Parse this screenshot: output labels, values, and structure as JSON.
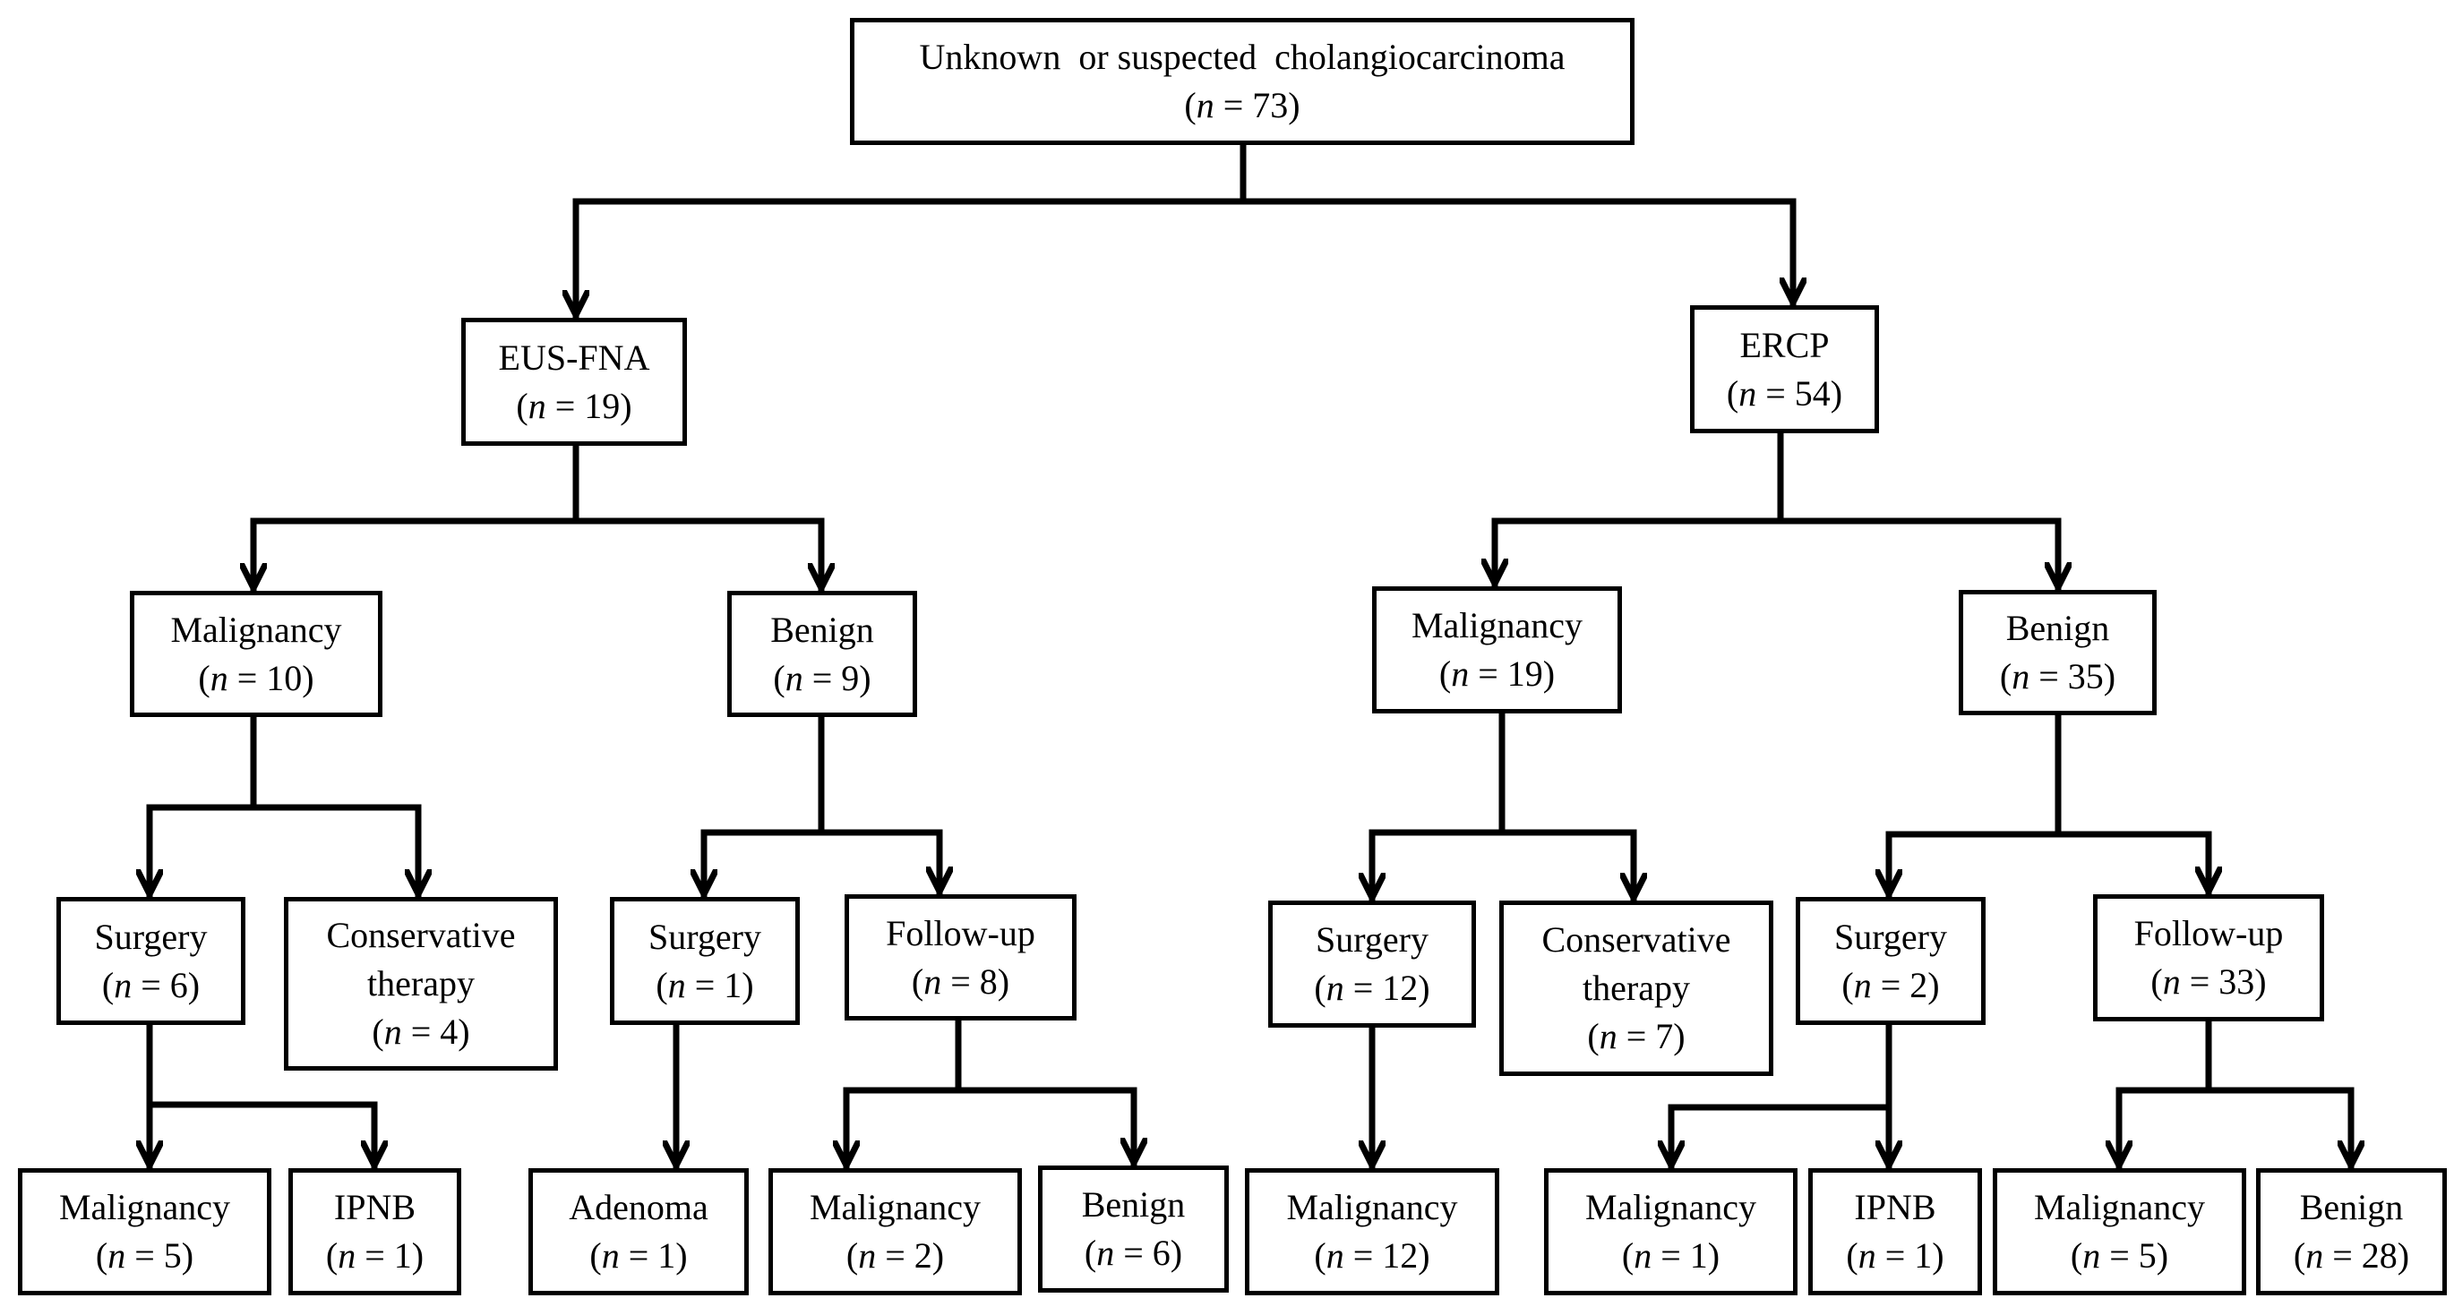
{
  "nodes": {
    "root": {
      "label": "Unknown  or suspected  cholangiocarcinoma",
      "n": "73"
    },
    "eus": {
      "label": "EUS-FNA",
      "n": "19"
    },
    "ercp": {
      "label": "ERCP",
      "n": "54"
    },
    "eus_mal": {
      "label": "Malignancy",
      "n": "10"
    },
    "eus_ben": {
      "label": "Benign",
      "n": "9"
    },
    "ercp_mal": {
      "label": "Malignancy",
      "n": "19"
    },
    "ercp_ben": {
      "label": "Benign",
      "n": "35"
    },
    "s1": {
      "label": "Surgery",
      "n": "6"
    },
    "c1": {
      "label": "Conservative therapy",
      "n": "4"
    },
    "s2": {
      "label": "Surgery",
      "n": "1"
    },
    "f1": {
      "label": "Follow-up",
      "n": "8"
    },
    "s3": {
      "label": "Surgery",
      "n": "12"
    },
    "c2": {
      "label": "Conservative therapy",
      "n": "7"
    },
    "s4": {
      "label": "Surgery",
      "n": "2"
    },
    "f2": {
      "label": "Follow-up",
      "n": "33"
    },
    "l1": {
      "label": "Malignancy",
      "n": "5"
    },
    "l2": {
      "label": "IPNB",
      "n": "1"
    },
    "l3": {
      "label": "Adenoma",
      "n": "1"
    },
    "l4": {
      "label": "Malignancy",
      "n": "2"
    },
    "l5": {
      "label": "Benign",
      "n": "6"
    },
    "l6": {
      "label": "Malignancy",
      "n": "12"
    },
    "l7": {
      "label": "Malignancy",
      "n": "1"
    },
    "l8": {
      "label": "IPNB",
      "n": "1"
    },
    "l9": {
      "label": "Malignancy",
      "n": "5"
    },
    "l10": {
      "label": "Benign",
      "n": "28"
    }
  }
}
